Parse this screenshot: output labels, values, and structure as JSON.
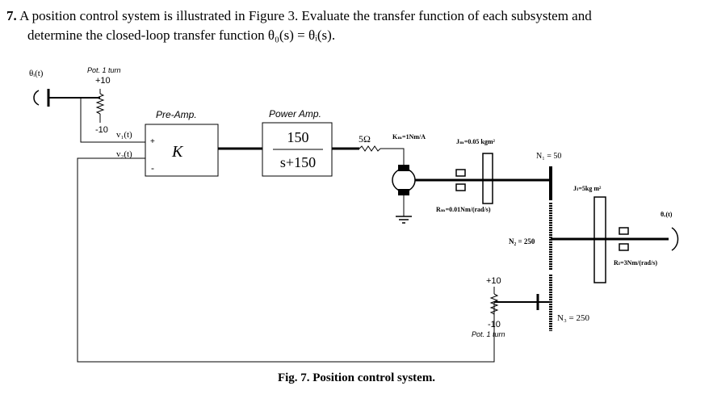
{
  "problem": {
    "number": "7.",
    "line1": "A position control system is illustrated  in Figure 3. Evaluate the transfer function of each subsystem and",
    "line2": "determine  the closed-loop transfer function  θ₀(s) = θᵢ(s)."
  },
  "diagram": {
    "theta_in": "θᵢ(t)",
    "input_pot_title": "Pot. 1 turn",
    "input_pot_top": "+10",
    "input_pot_bottom": "-10",
    "v1": "v₁(t)",
    "v2": "v₂(t)",
    "plus_sign": "+",
    "minus_sign": "-",
    "preamp_title": "Pre-Amp.",
    "preamp_gain": "K",
    "poweramp_title": "Power Amp.",
    "poweramp_num": "150",
    "poweramp_den": "s+150",
    "resistance": "5Ω",
    "kt": "Kₘ=1Nm/A",
    "jm": "Jₘ=0.05 kgm²",
    "dm": "Rₘ=0.01Nm/(rad/s)",
    "n1": "N₁ = 50",
    "n2": "N₂ = 250",
    "jl": "Jₗ=5kg m²",
    "theta_out": "θₒ(t)",
    "dl": "Rₗ=3Nm/(rad/s)",
    "output_pot_top": "+10",
    "output_pot_bottom": "-10",
    "output_pot_title": "Pot. 1 turn",
    "n3": "N₃ = 250"
  },
  "caption": "Fig. 7. Position control system."
}
